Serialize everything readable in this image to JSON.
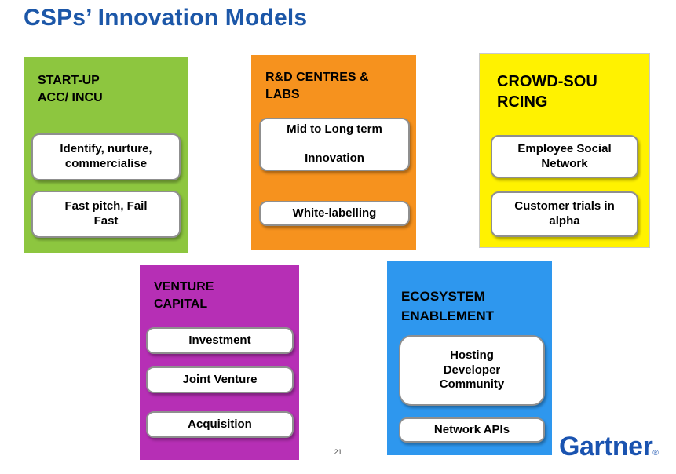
{
  "title": "CSPs’ Innovation Models",
  "page_number": "21",
  "logo": {
    "text": "Gartner",
    "registered_mark": "®"
  },
  "colors": {
    "title_blue": "#1C57A8",
    "logo_blue": "#1A53B0",
    "green": "#8DC63F",
    "orange": "#F6921E",
    "yellow": "#FFF200",
    "magenta": "#B62FB5",
    "blue": "#2E97EE"
  },
  "cards": [
    {
      "id": "startup-acc-incu",
      "title": "START-UP\nACC/ INCU",
      "color": "#8DC63F",
      "items": [
        "Identify, nurture,\ncommercialise",
        "Fast pitch, Fail\nFast"
      ]
    },
    {
      "id": "rd-centres-labs",
      "title": "R&D CENTRES &\nLABS",
      "color": "#F6921E",
      "items": [
        "Mid to Long term\n\nInnovation",
        "White-labelling"
      ]
    },
    {
      "id": "crowdsourcing",
      "title": "CROWD-SOU\nRCING",
      "color": "#FFF200",
      "items": [
        "Employee Social\nNetwork",
        "Customer trials in\nalpha"
      ]
    },
    {
      "id": "venture-capital",
      "title": "VENTURE\nCAPITAL",
      "color": "#B62FB5",
      "items": [
        "Investment",
        "Joint Venture",
        "Acquisition"
      ]
    },
    {
      "id": "ecosystem-enablement",
      "title": "ECOSYSTEM\nENABLEMENT",
      "color": "#2E97EE",
      "items": [
        "Hosting\nDeveloper\nCommunity",
        "Network APIs"
      ]
    }
  ]
}
